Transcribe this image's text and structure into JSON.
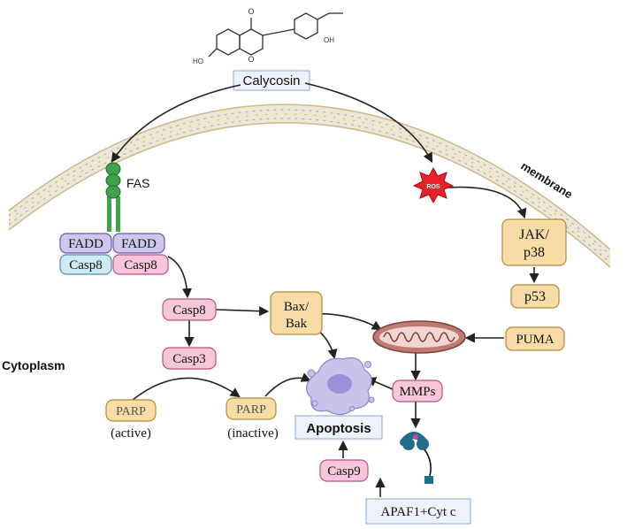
{
  "compound": {
    "name": "Calycosin",
    "atom_oxygen": "O",
    "atom_ho": "HO",
    "atom_oh": "OH"
  },
  "labels": {
    "membrane": "membrane",
    "cytoplasm": "Cytoplasm",
    "fas": "FAS",
    "ros": "ROS",
    "fadd_left": "FADD",
    "fadd_right": "FADD",
    "casp8_left": "Casp8",
    "casp8_right": "Casp8",
    "jak_line1": "JAK/",
    "jak_line2": "p38",
    "p53": "p53",
    "casp8_mid": "Casp8",
    "bax_line1": "Bax/",
    "bax_line2": "Bak",
    "puma": "PUMA",
    "casp3": "Casp3",
    "mmps": "MMPs",
    "parp_active": "PARP",
    "parp_active_state": "(active)",
    "parp_inactive": "PARP",
    "parp_inactive_state": "(inactive)",
    "apoptosis": "Apoptosis",
    "casp9": "Casp9",
    "apaf1": "APAF1+Cyt c"
  },
  "colors": {
    "pink_fill": "#f7c6d9",
    "pink_stroke": "#b9527e",
    "tan_fill": "#f7dca6",
    "tan_stroke": "#b58a3c",
    "purple_fill": "#cfc6ee",
    "purple_stroke": "#6b5aa8",
    "blue_fill": "#cfe9f5",
    "blue_stroke": "#4b8fb5",
    "box_fill": "#eef3fb",
    "box_stroke": "#9db4d6",
    "ros_red": "#e8202a",
    "fas_green": "#3fa34d",
    "membrane_fill": "#efe7d2",
    "membrane_line": "#c9b98e",
    "arrow": "#222222"
  }
}
